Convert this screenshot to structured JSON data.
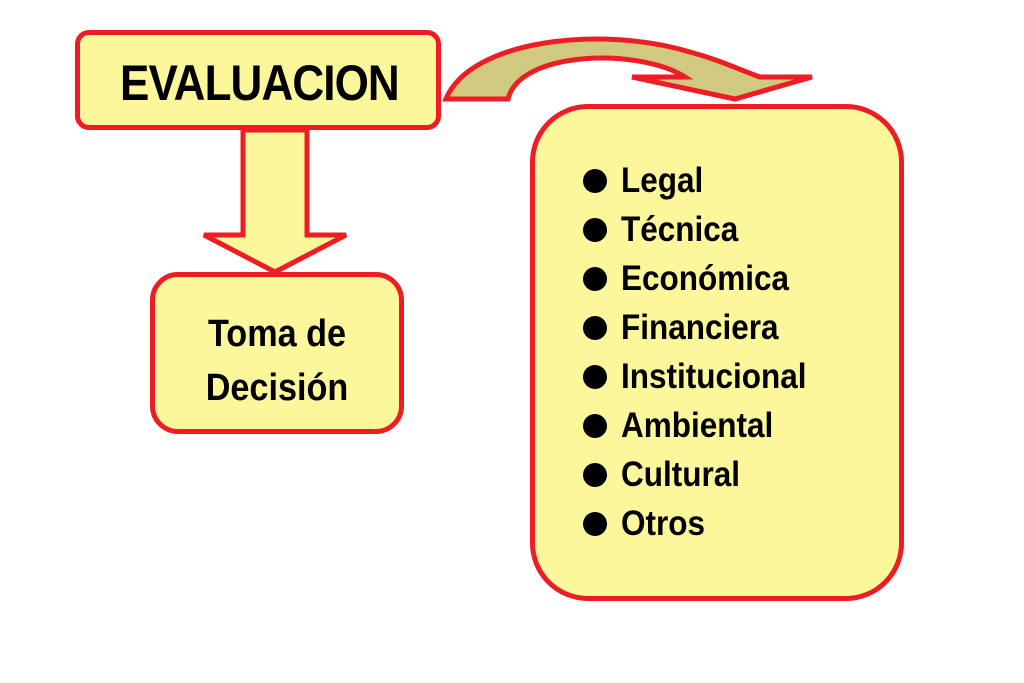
{
  "colors": {
    "box_fill": "#fdf79c",
    "box_border": "#ee1c25",
    "curved_arrow_fill": "#cfca7f",
    "text": "#000000"
  },
  "evaluation_box": {
    "title": "EVALUACION"
  },
  "decision_box": {
    "line1": "Toma de",
    "line2": "Decisión"
  },
  "criteria_box": {
    "items": [
      "Legal",
      "Técnica",
      "Económica",
      "Financiera",
      "Institucional",
      "Ambiental",
      "Cultural",
      "Otros"
    ]
  },
  "connectors": {
    "down_arrow": "evaluation-to-decision",
    "curved_arrow": "evaluation-to-criteria"
  }
}
